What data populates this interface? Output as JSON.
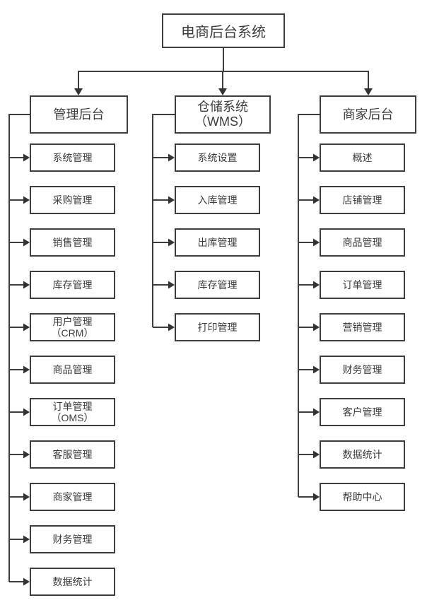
{
  "diagram": {
    "title": "电商后台系统",
    "root": {
      "label": "电商后台系统"
    },
    "branches": [
      {
        "label": "管理后台",
        "children": [
          "系统管理",
          "采购管理",
          "销售管理",
          "库存管理",
          "用户管理\n（CRM）",
          "商品管理",
          "订单管理\n（OMS）",
          "客服管理",
          "商家管理",
          "财务管理",
          "数据统计"
        ]
      },
      {
        "label": "仓储系统\n（WMS）",
        "children": [
          "系统设置",
          "入库管理",
          "出库管理",
          "库存管理",
          "打印管理"
        ]
      },
      {
        "label": "商家后台",
        "children": [
          "概述",
          "店铺管理",
          "商品管理",
          "订单管理",
          "营销管理",
          "财务管理",
          "客户管理",
          "数据统计",
          "帮助中心"
        ]
      }
    ],
    "colors": {
      "line": "#3d3d3d",
      "arrowhead": "#333333",
      "box_border": "#3d3d3d",
      "box_background": "#ffffff",
      "text": "#3c3c3c",
      "page_background": "#ffffff"
    }
  }
}
